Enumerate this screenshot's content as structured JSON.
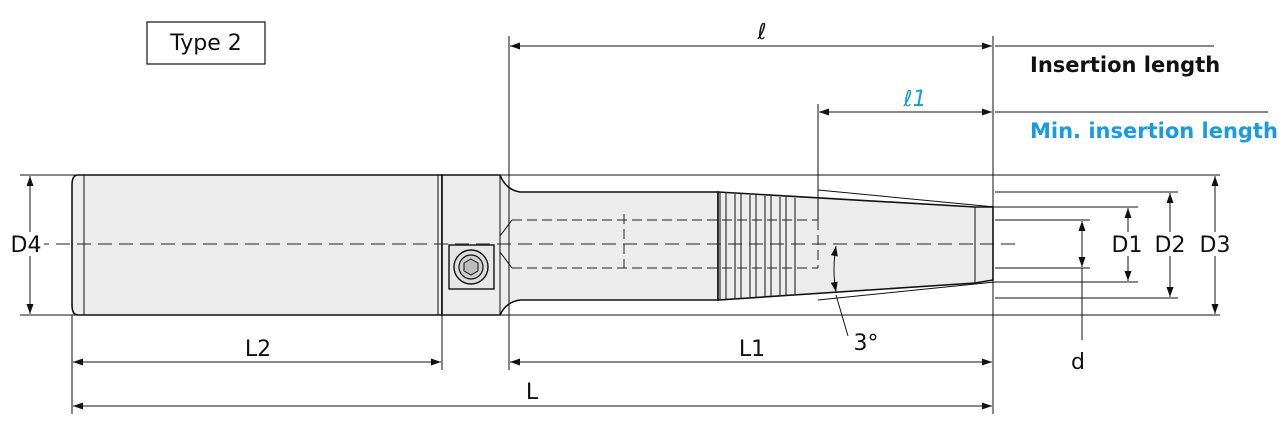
{
  "type_label": "Type 2",
  "dimensions": {
    "l": "ℓ",
    "l1": "ℓ1",
    "insertion_length": "Insertion length",
    "min_insertion_length": "Min. insertion length",
    "D1": "D1",
    "D2": "D2",
    "D3": "D3",
    "D4": "D4",
    "L": "L",
    "L1": "L1",
    "L2": "L2",
    "d": "d",
    "angle": "3°"
  },
  "colors": {
    "accent": "#1a9be0",
    "body_fill": "#ececec",
    "line": "#111111"
  }
}
